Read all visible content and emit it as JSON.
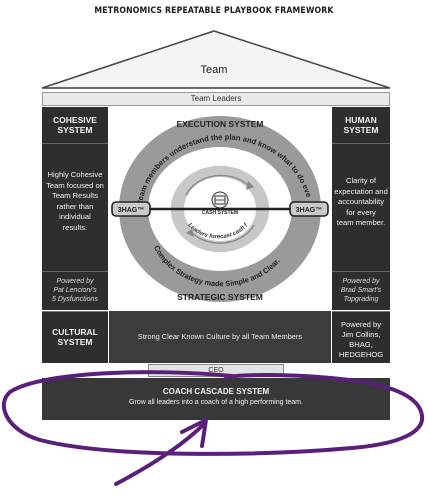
{
  "title": "METRONOMICS REPEATABLE PLAYBOOK FRAMEWORK",
  "roof": {
    "label": "Team"
  },
  "team_leaders": "Team Leaders",
  "left_pillar": {
    "heading": "COHESIVE\nSYSTEM",
    "body": "Highly Cohesive\nTeam focused on\nTeam Results\nrather than\nindividual\nresults.",
    "footer": "Powered by\nPat Lencioni's\n5 Dysfunctions"
  },
  "right_pillar": {
    "heading": "HUMAN\nSYSTEM",
    "body": "Clarity of\nexpectation and\naccountability\nfor every\nteam member.",
    "footer": "Powered by\nBrad Smart's\nTopgrading"
  },
  "center": {
    "execution_system": "EXECUTION SYSTEM",
    "execution_arc_text": "All team members understand the plan and know what to do everyday.",
    "strategic_system": "STRATEGIC SYSTEM",
    "strategic_arc_text": "Complex Strategy made Simple and Clear.",
    "cash_system": "CASH SYSTEM",
    "cash_arc_text": "Leaders forecast cash first and then \"widgets\"",
    "left_hag": "3HAG™",
    "right_hag": "3HAG™"
  },
  "cultural": {
    "heading": "CULTURAL\nSYSTEM",
    "center_text": "Strong Clear Known Culture by all Team Members",
    "right_text": "Powered by\nJim Collins,\nBHAG, HEDGEHOG"
  },
  "ceo": "CEO",
  "coach": {
    "title": "COACH CASCADE SYSTEM",
    "subtitle": "Grow all leaders into a coach of a high performing team."
  },
  "colors": {
    "dark_panel": "#2e2e2e",
    "ring_gray": "#9a9a9a",
    "annotation": "#5a1f7a"
  },
  "icons": [
    "cash-system-icon",
    "circular-arrow-icon",
    "hand-drawn-ellipse",
    "hand-drawn-arrow"
  ]
}
